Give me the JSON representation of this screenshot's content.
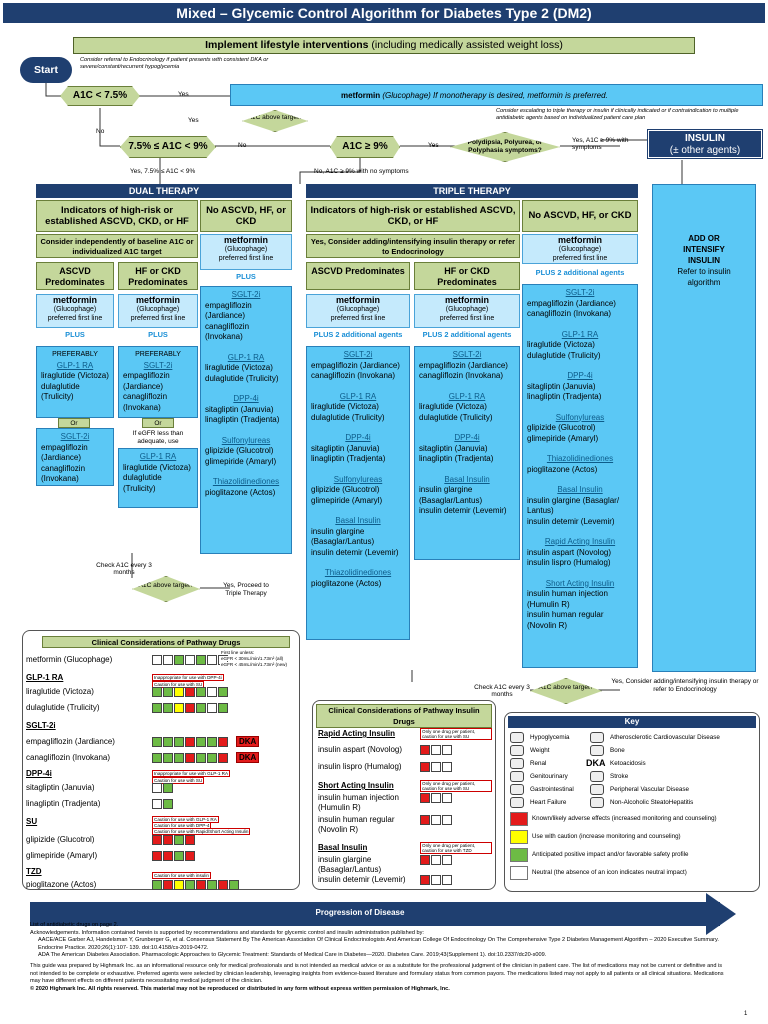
{
  "title": "Mixed – Glycemic Control Algorithm for Diabetes Type 2 (DM2)",
  "lifestyle": {
    "bold": "Implement lifestyle interventions",
    "rest": " (including medically assisted weight loss)"
  },
  "start": "Start",
  "referral_note": "Consider referral to Endocrinology if patient presents with consistent DKA or severe/constant/recurrent hypoglycemia",
  "decisions": {
    "a1c_lt_75": "A1C < 7.5%",
    "yes1": "Yes",
    "metformin_box_bold": "metformin",
    "metformin_box_rest": " (Glucophage) If monotherapy is desired, metformin is preferred.",
    "a1c_above": "A1C above target?",
    "yes2": "Yes",
    "no1": "No",
    "no2": "No",
    "escalate_note": "Consider escalating to triple therapy or insulin if clinically indicated or if contraindication to multiple antidiabetic agents based on individualized patient care plan",
    "range": "7.5% ≤ A1C < 9%",
    "a1c_ge_9": "A1C ≥ 9%",
    "polys": "Polydipsia, Polyurea, or Polyphasia symptoms?",
    "yes_sym": "Yes, A1C ≥ 9% with symptoms",
    "yes_range": "Yes, 7.5% ≤ A1C < 9%",
    "no_sym": "No, A1C ≥ 9% with no symptoms",
    "yes3": "Yes"
  },
  "insulin_box": {
    "title": "INSULIN",
    "sub": "(± other agents)"
  },
  "add_insulin": {
    "l1": "ADD OR",
    "l2": "INTENSIFY",
    "l3": "INSULIN",
    "l4": "Refer to insulin",
    "l5": "algorithm"
  },
  "dual": {
    "header": "DUAL THERAPY",
    "high_risk": "Indicators of high-risk or established ASCVD, CKD, or HF",
    "no_ascvd": "No ASCVD, HF, or CKD",
    "consider": "Consider independently of baseline A1C or individualized A1C target",
    "ascvd": "ASCVD Predominates",
    "hf": "HF or CKD Predominates",
    "met": "metformin",
    "glu": "(Glucophage)",
    "pfl": "preferred first line",
    "plus": "PLUS",
    "preferably": "PREFERABLY",
    "glp1": "GLP-1 RA",
    "sglt2": "SGLT-2i",
    "or": "Or",
    "egfr_note": "If eGFR less than adequate, use",
    "ascvd_glp1_items": [
      "liraglutide (Victoza)",
      "dulaglutide (Trulicity)"
    ],
    "ascvd_sglt2_items": [
      "empagliflozin (Jardiance)",
      "canagliflozin (Invokana)"
    ],
    "hf_sglt2_items": [
      "empagliflozin (Jardiance)",
      "canagliflozin (Invokana)"
    ],
    "hf_glp1_items": [
      "liraglutide (Victoza)",
      "dulaglutide (Trulicity)"
    ],
    "no_list": {
      "sglt2": "SGLT-2i",
      "sglt2_items": [
        "empagliflozin (Jardiance)",
        "canagliflozin (Invokana)"
      ],
      "glp1": "GLP-1 RA",
      "glp1_items": [
        "liraglutide (Victoza)",
        "dulaglutide (Trulicity)"
      ],
      "dpp4": "DPP-4i",
      "dpp4_items": [
        "sitagliptin (Januvia)",
        "linagliptin (Tradjenta)"
      ],
      "su": "Sulfonylureas",
      "su_items": [
        "glipizide (Glucotrol)",
        "glimepiride (Amaryl)"
      ],
      "tzd": "Thiazolidinediones",
      "tzd_items": [
        "pioglitazone (Actos)"
      ]
    },
    "check": "Check A1C every 3 months",
    "above": "A1C above target?",
    "proceed": "Yes, Proceed to Triple Therapy"
  },
  "triple": {
    "header": "TRIPLE THERAPY",
    "high_risk": "Indicators of high-risk or established ASCVD, CKD, or HF",
    "no_ascvd": "No ASCVD, HF, or CKD",
    "consider": "Yes, Consider adding/intensifying insulin therapy or refer to Endocrinology",
    "ascvd": "ASCVD Predominates",
    "hf": "HF or CKD Predominates",
    "met": "metformin",
    "glu": "(Glucophage)",
    "pfl": "preferred first line",
    "plus2": "PLUS 2 additional agents",
    "ascvd_list": {
      "sglt2": "SGLT-2i",
      "sglt2_items": [
        "empagliflozin (Jardiance)",
        "canagliflozin (Invokana)"
      ],
      "glp1": "GLP-1 RA",
      "glp1_items": [
        "liraglutide (Victoza)",
        "dulaglutide (Trulicity)"
      ],
      "dpp4": "DPP-4i",
      "dpp4_items": [
        "sitagliptin (Januvia)",
        "linagliptin (Tradjenta)"
      ],
      "su": "Sulfonylureas",
      "su_items": [
        "glipizide (Glucotrol)",
        "glimepiride (Amaryl)"
      ],
      "basal": "Basal Insulin",
      "basal_items": [
        "insulin glargine (Basaglar/Lantus)",
        "insulin detemir (Levemir)"
      ],
      "tzd": "Thiazolidinediones",
      "tzd_items": [
        "pioglitazone (Actos)"
      ]
    },
    "hf_list": {
      "sglt2": "SGLT-2i",
      "sglt2_items": [
        "empagliflozin (Jardiance)",
        "canagliflozin (Invokana)"
      ],
      "glp1": "GLP-1 RA",
      "glp1_items": [
        "liraglutide (Victoza)",
        "dulaglutide (Trulicity)"
      ],
      "dpp4": "DPP-4i",
      "dpp4_items": [
        "sitagliptin (Januvia)",
        "linagliptin (Tradjenta)"
      ],
      "basal": "Basal Insulin",
      "basal_items": [
        "insulin glargine (Basaglar/Lantus)",
        "insulin detemir (Levemir)"
      ]
    },
    "no_list": {
      "sglt2": "SGLT-2i",
      "sglt2_items": [
        "empagliflozin (Jardiance)",
        "canagliflozin (Invokana)"
      ],
      "glp1": "GLP-1 RA",
      "glp1_items": [
        "liraglutide (Victoza)",
        "dulaglutide (Trulicity)"
      ],
      "dpp4": "DPP-4i",
      "dpp4_items": [
        "sitagliptin (Januvia)",
        "linagliptin (Tradjenta)"
      ],
      "su": "Sulfonylureas",
      "su_items": [
        "glipizide (Glucotrol)",
        "glimepiride (Amaryl)"
      ],
      "tzd": "Thiazolidinediones",
      "tzd_items": [
        "pioglitazone (Actos)"
      ],
      "basal": "Basal Insulin",
      "basal_items": [
        "insulin glargine (Basaglar/ Lantus)",
        "insulin detemir (Levemir)"
      ],
      "rapid": "Rapid Acting Insulin",
      "rapid_items": [
        "insulin aspart (Novolog)",
        "insulin lispro (Humalog)"
      ],
      "short": "Short Acting Insulin",
      "short_items": [
        "insulin human injection (Humulin R)",
        "insulin human regular (Novolin R)"
      ]
    },
    "check": "Check A1C every 3 months",
    "above": "A1C above target?"
  },
  "clinical": {
    "title": "Clinical Considerations of Pathway Drugs",
    "metformin": "metformin (Glucophage)",
    "met_note1": "First line unless:",
    "met_note2": "eGFR < 30mL/min/1.73m² (all)",
    "met_note3": "eGFR < 45mL/min/1.73m² (new)",
    "glp1": "GLP-1 RA",
    "glp1_note1": "Inappropriate for use with DPP-4i",
    "glp1_note2": "Caution for use with SU",
    "lira": "liraglutide (Victoza)",
    "dula": "dulaglutide (Trulicity)",
    "sglt2": "SGLT-2i",
    "empa": "empagliflozin (Jardiance)",
    "cana": "canagliflozin (Invokana)",
    "dka": "DKA",
    "dpp4": "DPP-4i",
    "dpp4_note1": "Inappropriate for use with GLP-1 RA",
    "dpp4_note2": "Caution for use with SU",
    "sita": "sitagliptin (Januvia)",
    "lina": "linagliptin (Tradjenta)",
    "su": "SU",
    "su_note1": "Caution for use with GLP-1 RA",
    "su_note2": "Caution for use with DPP-4",
    "su_note3": "Caution for use with Rapid/Short Acting Insulin",
    "glip": "glipizide (Glucotrol)",
    "glim": "glimepiride (Amaryl)",
    "tzd": "TZD",
    "tzd_note": "Caution for use with insulin",
    "pio": "pioglitazone (Actos)"
  },
  "insulin_cc": {
    "title": "Clinical Considerations of Pathway Insulin Drugs",
    "rapid": "Rapid Acting Insulin",
    "rapid_note": "Only one drug per patient, caution for use with SU",
    "aspart": "insulin aspart (Novolog)",
    "lispro": "insulin lispro (Humalog)",
    "short": "Short Acting Insulin",
    "short_note": "Only one drug per patient, caution for use with SU",
    "human_inj": "insulin human injection (Humulin R)",
    "human_reg": "insulin human regular (Novolin R)",
    "basal": "Basal Insulin",
    "basal_note": "Only one drug per patient, caution for use with TZD",
    "glargine": "insulin glargine (Basaglar/Lantus)",
    "detemir": "insulin detemir (Levemir)"
  },
  "key": {
    "title": "Key",
    "hypo": "Hypoglycemia",
    "ascvd": "Atherosclerotic Cardiovascular Disease",
    "weight": "Weight",
    "bone": "Bone",
    "renal": "Renal",
    "dka": "DKA",
    "keto": "Ketoacidosis",
    "gu": "Genitourinary",
    "stroke": "Stroke",
    "gi": "Gastrointestinal",
    "pvd": "Peripheral Vascular Disease",
    "hf": "Heart Failure",
    "nash": "Non-Alcoholic SteatoHepatitis",
    "red": "Known/likely adverse effects (increased monitoring and counseling)",
    "yellow": "Use with caution (increase monitoring and counseling)",
    "green": "Anticipated positive impact and/or favorable safety profile",
    "neutral": "Neutral (the absence of an icon indicates neutral impact)",
    "colors": {
      "red": "#e31b1b",
      "yellow": "#ffff00",
      "green": "#6dbb45",
      "neutral": "#ffffff"
    }
  },
  "progression": "Progression of Disease",
  "footer": {
    "l1": "List of antidiabetic drugs on page 2.",
    "l2": "Acknowledgements. Information contained herein is supported by recommendations and standards for glycemic control and insulin administration published by:",
    "l3": "AACE/ACE Garber AJ, Handelsman Y, Grunberger G, et al. Consensus Statement By The American Association Of Clinical Endocrinologists And American College Of Endocrinology On The Comprehensive Type 2 Diabetes Management Algorithm – 2020 Executive Summary. Endocrine Practice. 2020;26(1):107- 139. doi:10.4158/cs-2019-0472.",
    "l4": "ADA The American Diabetes Association. Pharmacologic Approaches to Glycemic Treatment: Standards of Medical Care in Diabetes—2020. Diabetes Care. 2019;43(Supplement 1). doi:10.2337/dc20-s009.",
    "l5": "This guide was prepared by Highmark Inc. as an informational resource only for medical professionals and is not intended as medical advice or as a substitute for the professional judgment of the clinician in patient care. The list of medications may not be current or definitive and is not intended to be complete or exhaustive. Preferred agents were selected by clinician leadership, leveraging insights from evidence-based literature and formulary status from common payors. The medications listed may not apply to all patients or all clinical situations. Medications may have different effects on different patients necessitating medical judgment of the clinician.",
    "l6": "© 2020 Highmark Inc. All rights reserved. This material may not be reproduced or distributed in any form without express written permission of Highmark, Inc.",
    "page": "1"
  }
}
